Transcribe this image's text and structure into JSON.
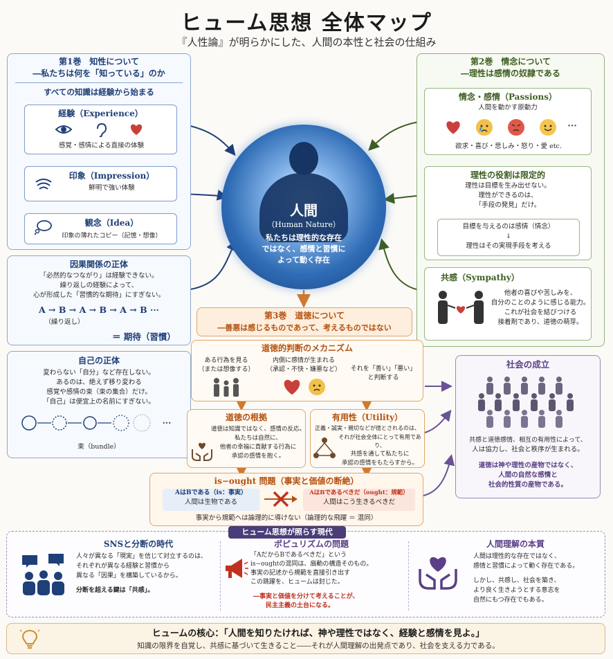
{
  "title": "ヒューム思想 全体マップ",
  "subtitle": "『人性論』が明らかにした、人間の本性と社会の仕組み",
  "vol1": {
    "title1": "第1巻　知性について",
    "title2": "―私たちは何を「知っている」のか",
    "intro": "すべての知識は経験から始まる",
    "experience": {
      "title": "経験（Experience）",
      "desc": "感覚・感情による直接の体験"
    },
    "impression": {
      "title": "印象（Impression）",
      "desc": "鮮明で強い体験"
    },
    "idea": {
      "title": "観念（Idea）",
      "desc": "印象の薄れたコピー（記憶・想像）"
    },
    "causality": {
      "title": "因果関係の正体",
      "l1": "「必然的なつながり」は経験できない。",
      "l2": "繰り返しの経験によって、",
      "l3": "心が形成した「習慣的な期待」にすぎない。",
      "seq": "A → B → A → B → A → B ···",
      "repeat": "（繰り返し）",
      "result": "＝ 期待（習慣）"
    },
    "self": {
      "title": "自己の正体",
      "l1": "変わらない「自分」など存在しない。",
      "l2": "あるのは、絶えず移り変わる",
      "l3": "感覚や感情の束（束の集合）だけ。",
      "l4": "「自己」は便宜上の名前にすぎない。",
      "dots": "···",
      "bundle": "束（bundle）"
    }
  },
  "vol2": {
    "title1": "第2巻　情念について",
    "title2": "―理性は感情の奴隷である",
    "passions": {
      "title": "情念・感情（Passions）",
      "sub": "人間を動かす原動力",
      "more": "···",
      "list": "欲求・喜び・悲しみ・怒り・愛 etc."
    },
    "reason": {
      "title": "理性の役割は限定的",
      "l1": "理性は目標を生み出せない。",
      "l2": "理性ができるのは、",
      "l3": "「手段の発見」だけ。",
      "b1": "目標を与えるのは感情（情念）",
      "arrow": "↓",
      "b2": "理性はその実現手段を考える"
    },
    "sympathy": {
      "title": "共感（Sympathy）",
      "l1": "他者の喜びや苦しみを、",
      "l2": "自分のことのように感じる能力。",
      "l3": "これが社会を結びつける",
      "l4": "接着剤であり、道徳の萌芽。"
    }
  },
  "center": {
    "title": "人間",
    "en": "（Human Nature）",
    "l1": "私たちは理性的な存在",
    "l2": "ではなく、感情と習慣に",
    "l3": "よって動く存在"
  },
  "vol3": {
    "title1": "第3巻　道徳について",
    "title2": "―善悪は感じるものであって、考えるものではない",
    "mechanism": {
      "title": "道徳的判断のメカニズム",
      "s1a": "ある行為を見る",
      "s1b": "（または想像する）",
      "s2a": "内側に感情が生まれる",
      "s2b": "（承認・不快・嫌悪など）",
      "s3a": "それを「善い」「悪い」",
      "s3b": "と判断する"
    },
    "basis": {
      "title": "道徳の根拠",
      "l1": "道徳は知識ではなく、感情の反応。",
      "l2": "私たちは自然に、",
      "l3": "他者の幸福に貢献する行為に",
      "l4": "承認の感情を抱く。"
    },
    "utility": {
      "title": "有用性（Utility）",
      "l1": "正義・誠実・親切などが徳とされるのは、",
      "l2": "それが社会全体にとって有用であり、",
      "l3": "共感を通して私たちに",
      "l4": "承認の感情をもたらすから。"
    },
    "isought": {
      "title": "is−ought 問題（事実と価値の断絶）",
      "left1": "AはBである（is：事実）",
      "left2": "人間は生物である",
      "right1": "AはBであるべきだ（ought：規範）",
      "right2": "人間はこう生きるべきだ",
      "note": "事実から規範へは論理的に導けない（論理的な飛躍 ＝ 混同）"
    }
  },
  "society": {
    "title": "社会の成立",
    "l1": "共感と道徳感情、相互の有用性によって、",
    "l2": "人は協力し、社会と秩序が生まれる。",
    "l3": "道徳は神や理性の産物ではなく、",
    "l4": "人間の自然な感情と",
    "l5": "社会的性質の産物である。"
  },
  "modern": {
    "label": "ヒューム思想が照らす現代",
    "sns": {
      "title": "SNSと分断の時代",
      "l1": "人々が異なる「現実」を信じて対立するのは、",
      "l2": "それぞれが異なる経験と習慣から",
      "l3": "異なる「因果」を構築しているから。",
      "l4": "分断を超える鍵は「共感」。"
    },
    "populism": {
      "title": "ポピュリズムの問題",
      "l1": "「AだからBであるべきだ」という",
      "l2": "is−oughtの混同は、扇動の構造そのもの。",
      "l3": "事実の記述から規範を直接引き出す",
      "l4": "この跳躍を、ヒュームは封じた。",
      "l5": "―事実と価値を分けて考えることが、",
      "l6": "民主主義の土台になる。"
    },
    "essence": {
      "title": "人間理解の本質",
      "l1": "人間は理性的な存在ではなく、",
      "l2": "感情と習慣によって動く存在である。",
      "l3": "しかし、共感し、社会を築き、",
      "l4": "より良く生きようとする意志を",
      "l5": "自然にもつ存在でもある。"
    }
  },
  "footer": {
    "l1": "ヒュームの核心：「人間を知りたければ、神や理性ではなく、経験と感情を見よ。」",
    "l2": "知識の限界を自覚し、共感に基づいて生きること――それが人間理解の出発点であり、社会を支える力である。"
  },
  "colors": {
    "blue": "#1f3f78",
    "green": "#3d5e22",
    "orange": "#b4510f",
    "purple": "#5a3f86",
    "red": "#c0321f"
  }
}
